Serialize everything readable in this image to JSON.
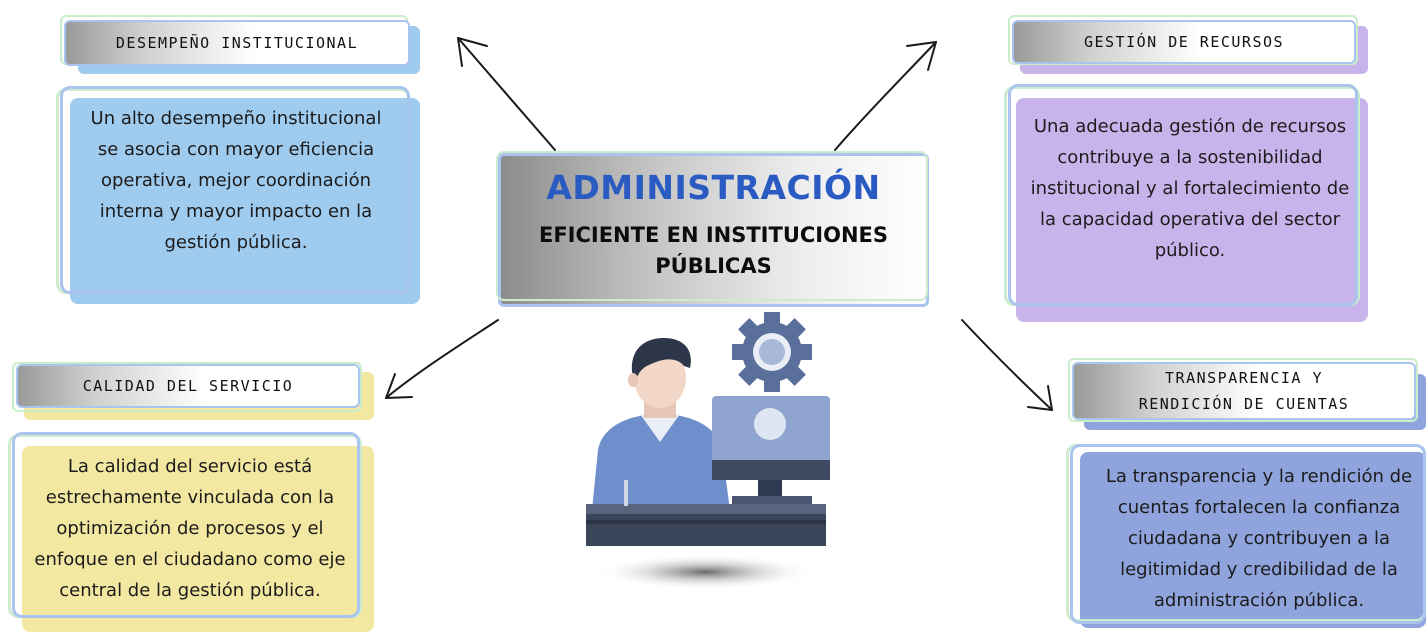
{
  "center": {
    "title": "ADMINISTRACIÓN",
    "subtitle_line1": "EFICIENTE EN INSTITUCIONES",
    "subtitle_line2": "PÚBLICAS"
  },
  "nodes": {
    "desempeno": {
      "heading": "DESEMPEÑO INSTITUCIONAL",
      "text": "Un alto desempeño institucional se asocia con mayor eficiencia operativa, mejor coordinación interna y mayor impacto en la gestión pública.",
      "color": "#9fcbef"
    },
    "recursos": {
      "heading": "GESTIÓN DE RECURSOS",
      "text": "Una adecuada gestión de recursos contribuye a la sostenibilidad institucional y al fortalecimiento de la capacidad operativa del sector público.",
      "color": "#c8b4ea"
    },
    "calidad": {
      "heading": "CALIDAD DEL SERVICIO",
      "text": "La calidad del servicio está estrechamente vinculada con la optimización de procesos y el enfoque en el ciudadano como eje central de la gestión pública.",
      "color": "#f3e8a2"
    },
    "transparencia": {
      "heading_line1": "TRANSPARENCIA Y",
      "heading_line2": "RENDICIÓN DE CUENTAS",
      "text": "La transparencia y la rendición de cuentas fortalecen la confianza ciudadana y contribuyen a la legitimidad y credibilidad de la administración pública.",
      "color": "#8fa3dc"
    }
  },
  "illustration": {
    "icon": "office-worker-computer-gear-icon"
  }
}
